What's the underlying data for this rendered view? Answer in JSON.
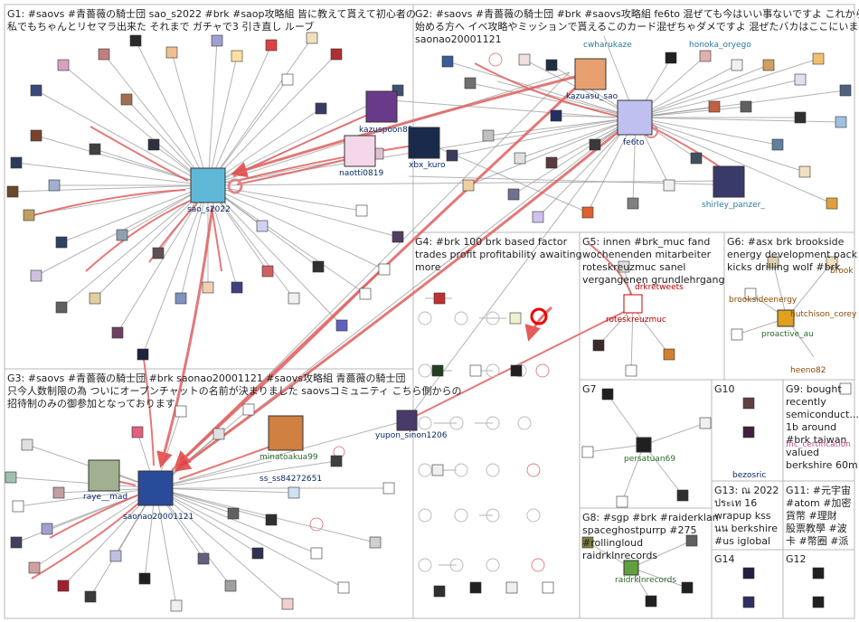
{
  "colors": {
    "edge_gray": "#9a9a9a",
    "edge_red": "#e06060",
    "box_border": "#b8b8b8",
    "label_dark": "#0a2a6a"
  },
  "groups": [
    {
      "id": "G1",
      "lines": [
        "G1: #saovs #青薔薇の騎士団 sao_s2022 #brk #saop攻略組 皆に教えて貰えて初心者の",
        "私でもちゃんとリセマラ出来た それまで ガチャで3 引き直し ルーブ"
      ]
    },
    {
      "id": "G2",
      "lines": [
        "G2: #saovs #青薔薇の騎士団 #brk #saovs攻略組 fe6to 混ぜても今はいい事ないですよ これから",
        "始める方へ イベ攻略やミッションで貰えるこのカード混ぜちゃダメですよ 混ぜたバカはここにいます",
        "saonao20001121"
      ]
    },
    {
      "id": "G3",
      "lines": [
        "G3: #saovs #青薔薇の騎士団 #brk saonao20001121 #saovs攻略組 青薔薇の騎士団",
        "只今人数制限の為 ついにオープンチャットの名前が決まりました saovsコミュニティ こちら側からの",
        "招待制のみの御参加となっております"
      ]
    },
    {
      "id": "G4",
      "lines": [
        "G4: #brk 100 brk based factor",
        "trades profit profitability awaiting",
        "more"
      ]
    },
    {
      "id": "G5",
      "lines": [
        "G5: innen #brk_muc fand",
        "wochenenden mitarbeiter",
        "roteskreuzmuc sanel",
        "vergangenen grundlehrgang"
      ]
    },
    {
      "id": "G6",
      "lines": [
        "G6: #asx brk brookside",
        "energy development pack",
        "kicks drilling wolf #brk"
      ]
    },
    {
      "id": "G7",
      "lines": [
        "G7"
      ]
    },
    {
      "id": "G8",
      "lines": [
        "G8: #sgp #brk #raiderklan",
        "spaceghostpurrp #275",
        "#rollingloud",
        "raidrklnrecords"
      ]
    },
    {
      "id": "G9",
      "lines": [
        "G9: bought",
        "recently",
        "semiconduct...",
        "1b around",
        "#brk taiwan",
        "valued",
        "berkshire 60m"
      ]
    },
    {
      "id": "G10",
      "lines": [
        "G10"
      ]
    },
    {
      "id": "G11",
      "lines": [
        "G11: #元宇宙",
        "#atom #加密",
        "貨幣 #理財",
        "股票教學 #波",
        "卡 #幣圈 #派"
      ]
    },
    {
      "id": "G12",
      "lines": [
        "G12"
      ]
    },
    {
      "id": "G13",
      "lines": [
        "G13: ณ 2022",
        "ประเท 16",
        "wrapup kss",
        "นน berkshire",
        "#us iglobal"
      ]
    },
    {
      "id": "G14",
      "lines": [
        "G14"
      ]
    }
  ],
  "nodes": {
    "sao_s2022": "sao_s2022",
    "kazuspoon85": "kazuspoon85",
    "naotti0819": "naotti0819",
    "xbx_kuro": "xbx_kuro",
    "cwharukaze": "cwharukaze",
    "honoka_oryego": "honoka_oryego",
    "kazuasu_sao": "kazuasu_sao",
    "fe6to": "fe6to",
    "shirley_panzer": "shirley_panzer_",
    "saonao20001121": "saonao20001121",
    "minatoakua99": "minatoakua99",
    "ss_ss84272651": "ss_ss84272651",
    "raye_mad": "raye__mad",
    "yupon_sinon1206": "yupon_sinon1206",
    "drkretweets": "drkretweets",
    "roteskreuzmuc": "roteskreuzmuc",
    "brook": "brook",
    "brooksideenergy": "brooksideenergy",
    "hutchison_corey": "hutchison_corey",
    "proactive_au": "proactive_au",
    "heeno82": "heeno82",
    "persatuan69": "persatuan69",
    "bezosric": "bezosric",
    "raidrklnrecords": "raidrklnrecords",
    "fnc_certification": "fnc_certification"
  }
}
